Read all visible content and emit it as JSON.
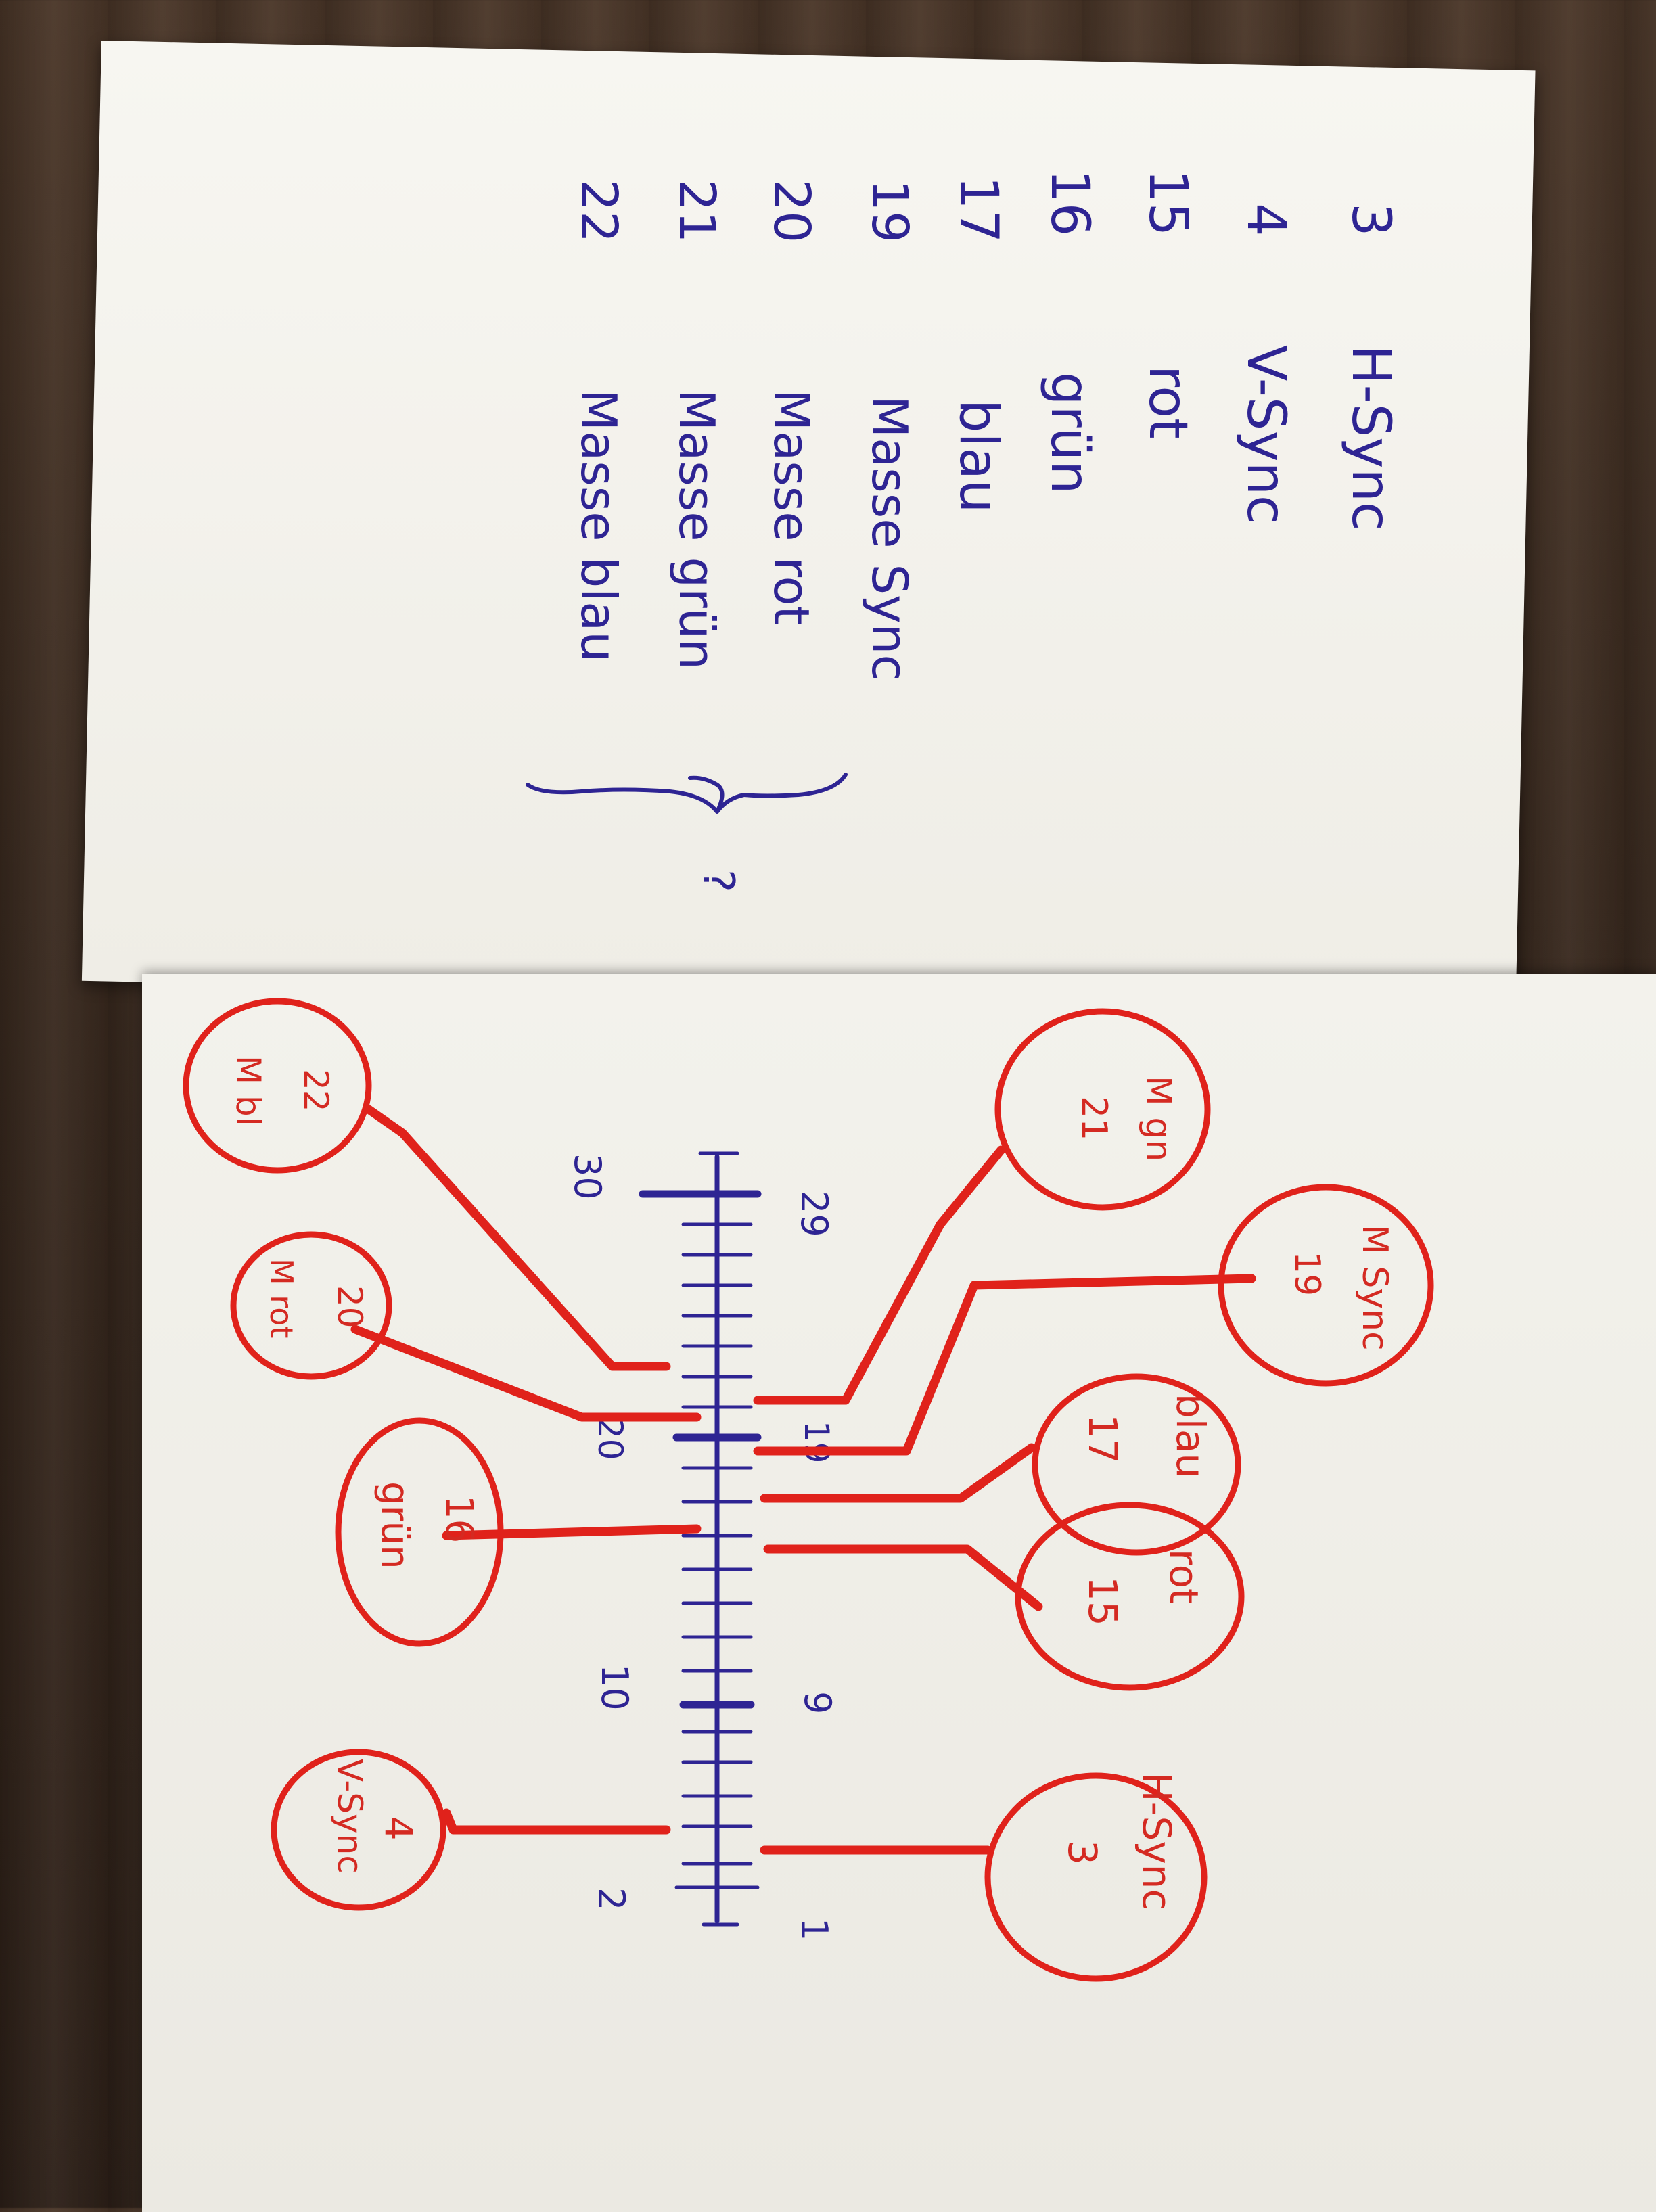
{
  "pin_table": {
    "rows": [
      {
        "pin": "3",
        "label": "H-Sync"
      },
      {
        "pin": "4",
        "label": "V-Sync"
      },
      {
        "pin": "15",
        "label": "rot"
      },
      {
        "pin": "16",
        "label": "grün"
      },
      {
        "pin": "17",
        "label": "blau"
      },
      {
        "pin": "19",
        "label": "Masse Sync"
      },
      {
        "pin": "20",
        "label": "Masse rot"
      },
      {
        "pin": "21",
        "label": "Masse grün"
      },
      {
        "pin": "22",
        "label": "Masse blau"
      }
    ],
    "question_mark": "?"
  },
  "ruler": {
    "numbers": [
      "1",
      "2",
      "9",
      "10",
      "19",
      "20",
      "29",
      "30"
    ]
  },
  "callouts": [
    {
      "id": "hsync",
      "line1": "H-Sync",
      "line2": "3"
    },
    {
      "id": "vsync",
      "line1": "4",
      "line2": "V-Sync"
    },
    {
      "id": "rot",
      "line1": "rot",
      "line2": "15"
    },
    {
      "id": "blau",
      "line1": "blau",
      "line2": "17"
    },
    {
      "id": "gruen",
      "line1": "16",
      "line2": "grün"
    },
    {
      "id": "msync",
      "line1": "M Sync",
      "line2": "19"
    },
    {
      "id": "mrot",
      "line1": "20",
      "line2": "M rot"
    },
    {
      "id": "mgn",
      "line1": "M gn",
      "line2": "21"
    },
    {
      "id": "mbl",
      "line1": "22",
      "line2": "M bl"
    }
  ],
  "colors": {
    "blue_ink": "#2e2493",
    "red_ink": "#e0221b",
    "paper": "#f3f2ec"
  }
}
